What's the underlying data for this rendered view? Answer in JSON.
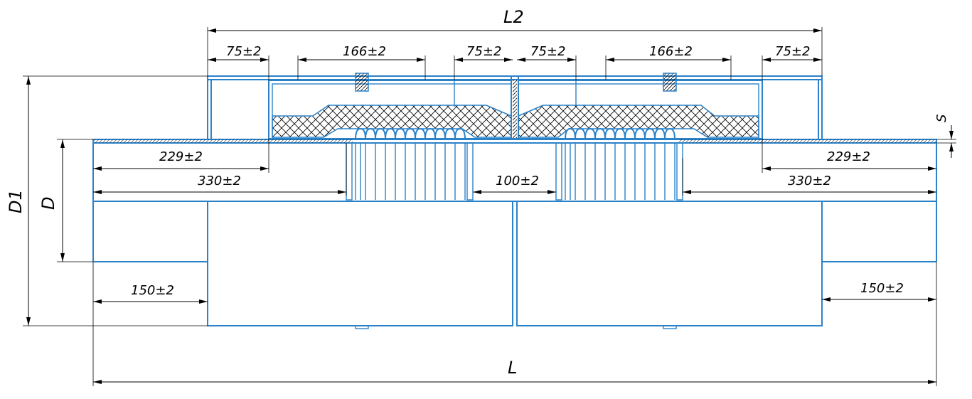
{
  "colors": {
    "line": "#2b82c9",
    "dimension": "#000000",
    "hatch": "#000000",
    "background": "#ffffff"
  },
  "dimensions": {
    "l2": "L2",
    "l": "L",
    "d1": "D1",
    "d": "D",
    "s": "S",
    "seg_75_a": "75±2",
    "seg_166_a": "166±2",
    "seg_75_b": "75±2",
    "seg_75_c": "75±2",
    "seg_166_b": "166±2",
    "seg_75_d": "75±2",
    "left_229": "229±2",
    "right_229": "229±2",
    "left_330": "330±2",
    "right_330": "330±2",
    "gap_100": "100±2",
    "left_150": "150±2",
    "right_150": "150±2"
  }
}
